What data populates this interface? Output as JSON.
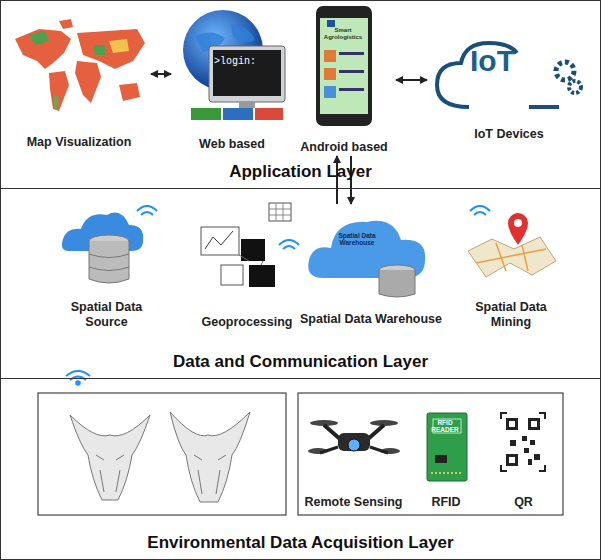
{
  "diagram": {
    "nodes": [
      {
        "text": [
          "Application Layer"
        ]
      },
      {
        "text": [
          "Map Visualization"
        ],
        "in": 0
      },
      {
        "text": [
          "Web based"
        ],
        "in": 0
      },
      {
        "text": [
          "Android based"
        ],
        "in": 0
      },
      {
        "text": [
          "IoT Devices"
        ],
        "in": 0
      },
      {
        "text": [
          "Data and Communication Layer"
        ]
      },
      {
        "text": [
          "Spatial Data Source"
        ],
        "in": 5
      },
      {
        "text": [
          "Geoprocessing"
        ],
        "in": 5
      },
      {
        "text": [
          "Spatial Data Warehouse"
        ],
        "in": 5
      },
      {
        "text": [
          "Spatial Data Mining"
        ],
        "in": 5
      },
      {
        "text": [
          "Environmental Data Acquisition Layer"
        ]
      },
      {
        "text": [
          "Remote Sensing"
        ],
        "in": 10
      },
      {
        "text": [
          "RFID"
        ],
        "in": 10
      },
      {
        "text": [
          "QR"
        ],
        "in": 10
      }
    ],
    "edges": [
      {
        "from": 1,
        "to": 2,
        "arrow": "both"
      },
      {
        "from": 3,
        "to": 4,
        "arrow": "both"
      },
      {
        "from": 8,
        "to": 3,
        "arrow": "to"
      },
      {
        "from": 3,
        "to": 8,
        "arrow": "to"
      }
    ],
    "labels": [
      ">login:",
      "Smart Agrologistics",
      "IoT",
      "Spatial Data Warehouse",
      "RFID READER"
    ]
  }
}
